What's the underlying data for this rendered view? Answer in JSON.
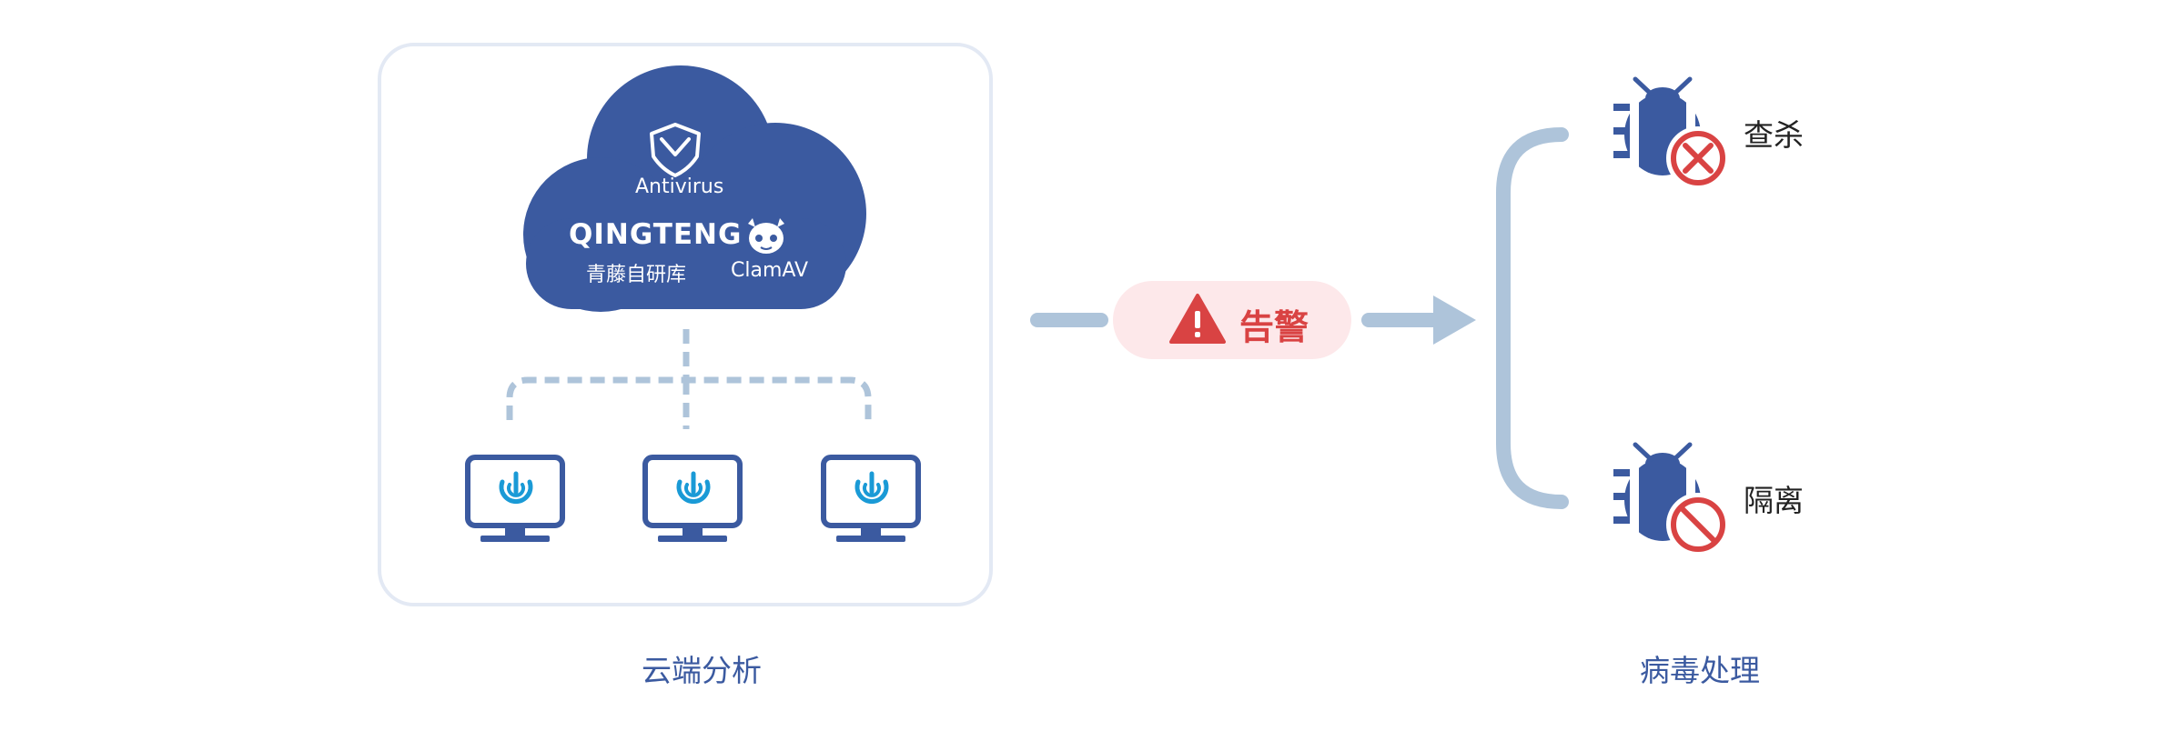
{
  "cloud": {
    "antivirus_label": "Antivirus",
    "brand": "QINGTENG",
    "library_label": "青藤自研库",
    "clamav_label": "ClamAV"
  },
  "alert": {
    "label": "告警"
  },
  "actions": {
    "kill_label": "查杀",
    "quarantine_label": "隔离"
  },
  "captions": {
    "cloud_analysis": "云端分析",
    "virus_handling": "病毒处理"
  },
  "icons": {
    "shield": "shield-check-icon",
    "mascot": "clamav-mascot-icon",
    "monitor": "monitor-agent-icon",
    "warning": "warning-triangle-icon",
    "bug": "bug-icon",
    "cross": "x-circle-icon",
    "ban": "ban-circle-icon"
  },
  "colors": {
    "primary": "#3b5aa0",
    "agent": "#1a9ad6",
    "connector": "#aec4da",
    "alert": "#d94343",
    "alert_bg": "#fde8ea",
    "panel_border": "#e3e9f4"
  }
}
